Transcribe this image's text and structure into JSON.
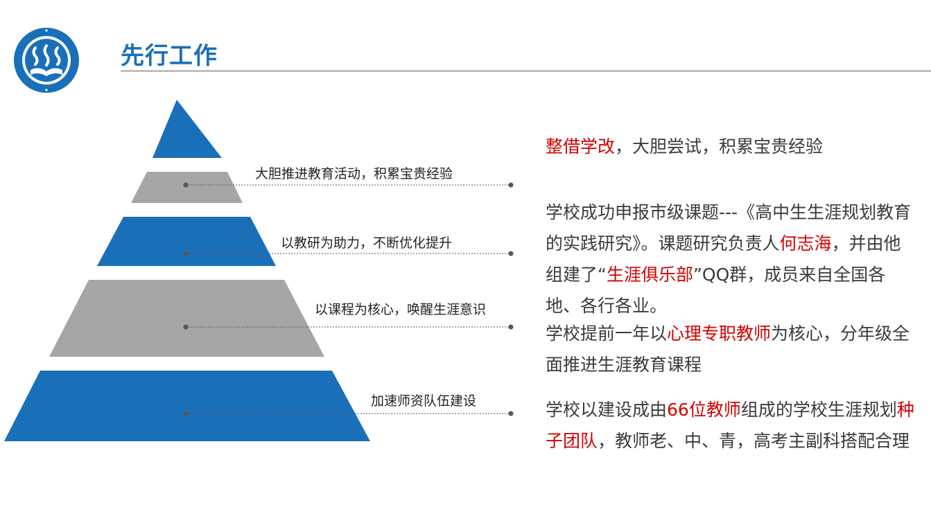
{
  "header": {
    "title": "先行工作"
  },
  "logo": {
    "icon": "school-emblem-icon",
    "color": "#1a6fb9"
  },
  "pyramid": {
    "colors": {
      "blue": "#1a6fb9",
      "gray": "#a6a6a6"
    },
    "tiers": [
      {
        "label": "大胆推进教育活动，积累宝贵经验"
      },
      {
        "label": "以教研为助力，不断优化提升"
      },
      {
        "label": "以课程为核心，唤醒生涯意识"
      },
      {
        "label": "加速师资队伍建设"
      }
    ]
  },
  "points": {
    "highlight_color": "#d40000",
    "p1": {
      "a": "整借学改",
      "b": "，大胆尝试，积累宝贵经验"
    },
    "p2": {
      "a": "学校成功申报市级课题---《高中生生涯规划教育的实践研究》。课题研究负责人",
      "b": "何志海",
      "c": "，并由他组建了“",
      "d": "生涯俱乐部",
      "e": "”QQ群，成员来自全国各地、各行各业。"
    },
    "p3": {
      "a": "学校提前一年以",
      "b": "心理专职教师",
      "c": "为核心，分年级全面推进生涯教育课程"
    },
    "p4": {
      "a": "学校以建设成由",
      "b": "66位教师",
      "c": "组成的学校生涯规划",
      "d": "种子团队",
      "e": "，教师老、中、青，高考主副科搭配合理"
    }
  }
}
